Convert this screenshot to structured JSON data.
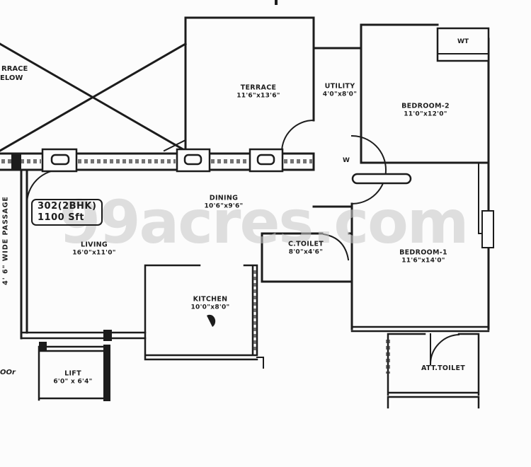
{
  "watermark": "99acres.com",
  "unit_label": {
    "unit": "302(2BHK)",
    "area": "1100 Sft"
  },
  "passage_label": "4' 6\" WIDE PASSAGE",
  "partial_labels": {
    "terrace_below_line1": "RRACE",
    "terrace_below_line2": "ELOW",
    "bottom_left_cutoff": "OOr"
  },
  "rooms": {
    "terrace": {
      "name": "TERRACE",
      "dims": "11'6\"x13'6\""
    },
    "utility": {
      "name": "UTILITY",
      "dims": "4'0\"x8'0\""
    },
    "bedroom2": {
      "name": "BEDROOM-2",
      "dims": "11'0\"x12'0\""
    },
    "dining": {
      "name": "DINING",
      "dims": "10'6\"x9'6\""
    },
    "living": {
      "name": "LIVING",
      "dims": "16'0\"x11'0\""
    },
    "ctoilet": {
      "name": "C.TOILET",
      "dims": "8'0\"x4'6\""
    },
    "bedroom1": {
      "name": "BEDROOM-1",
      "dims": "11'6\"x14'0\""
    },
    "kitchen": {
      "name": "KITCHEN",
      "dims": "10'0\"x8'0\""
    },
    "lift": {
      "name": "LIFT",
      "dims": "6'0\" x 6'4\""
    },
    "att_toilet": {
      "name": "ATT.TOILET",
      "dims": ""
    }
  },
  "markers": {
    "wardrobe_top": "WT",
    "wardrobe": "W"
  },
  "colors": {
    "wall": "#1c1c1c",
    "watermark": "#c7c7c7",
    "paper": "#fcfcfc"
  }
}
